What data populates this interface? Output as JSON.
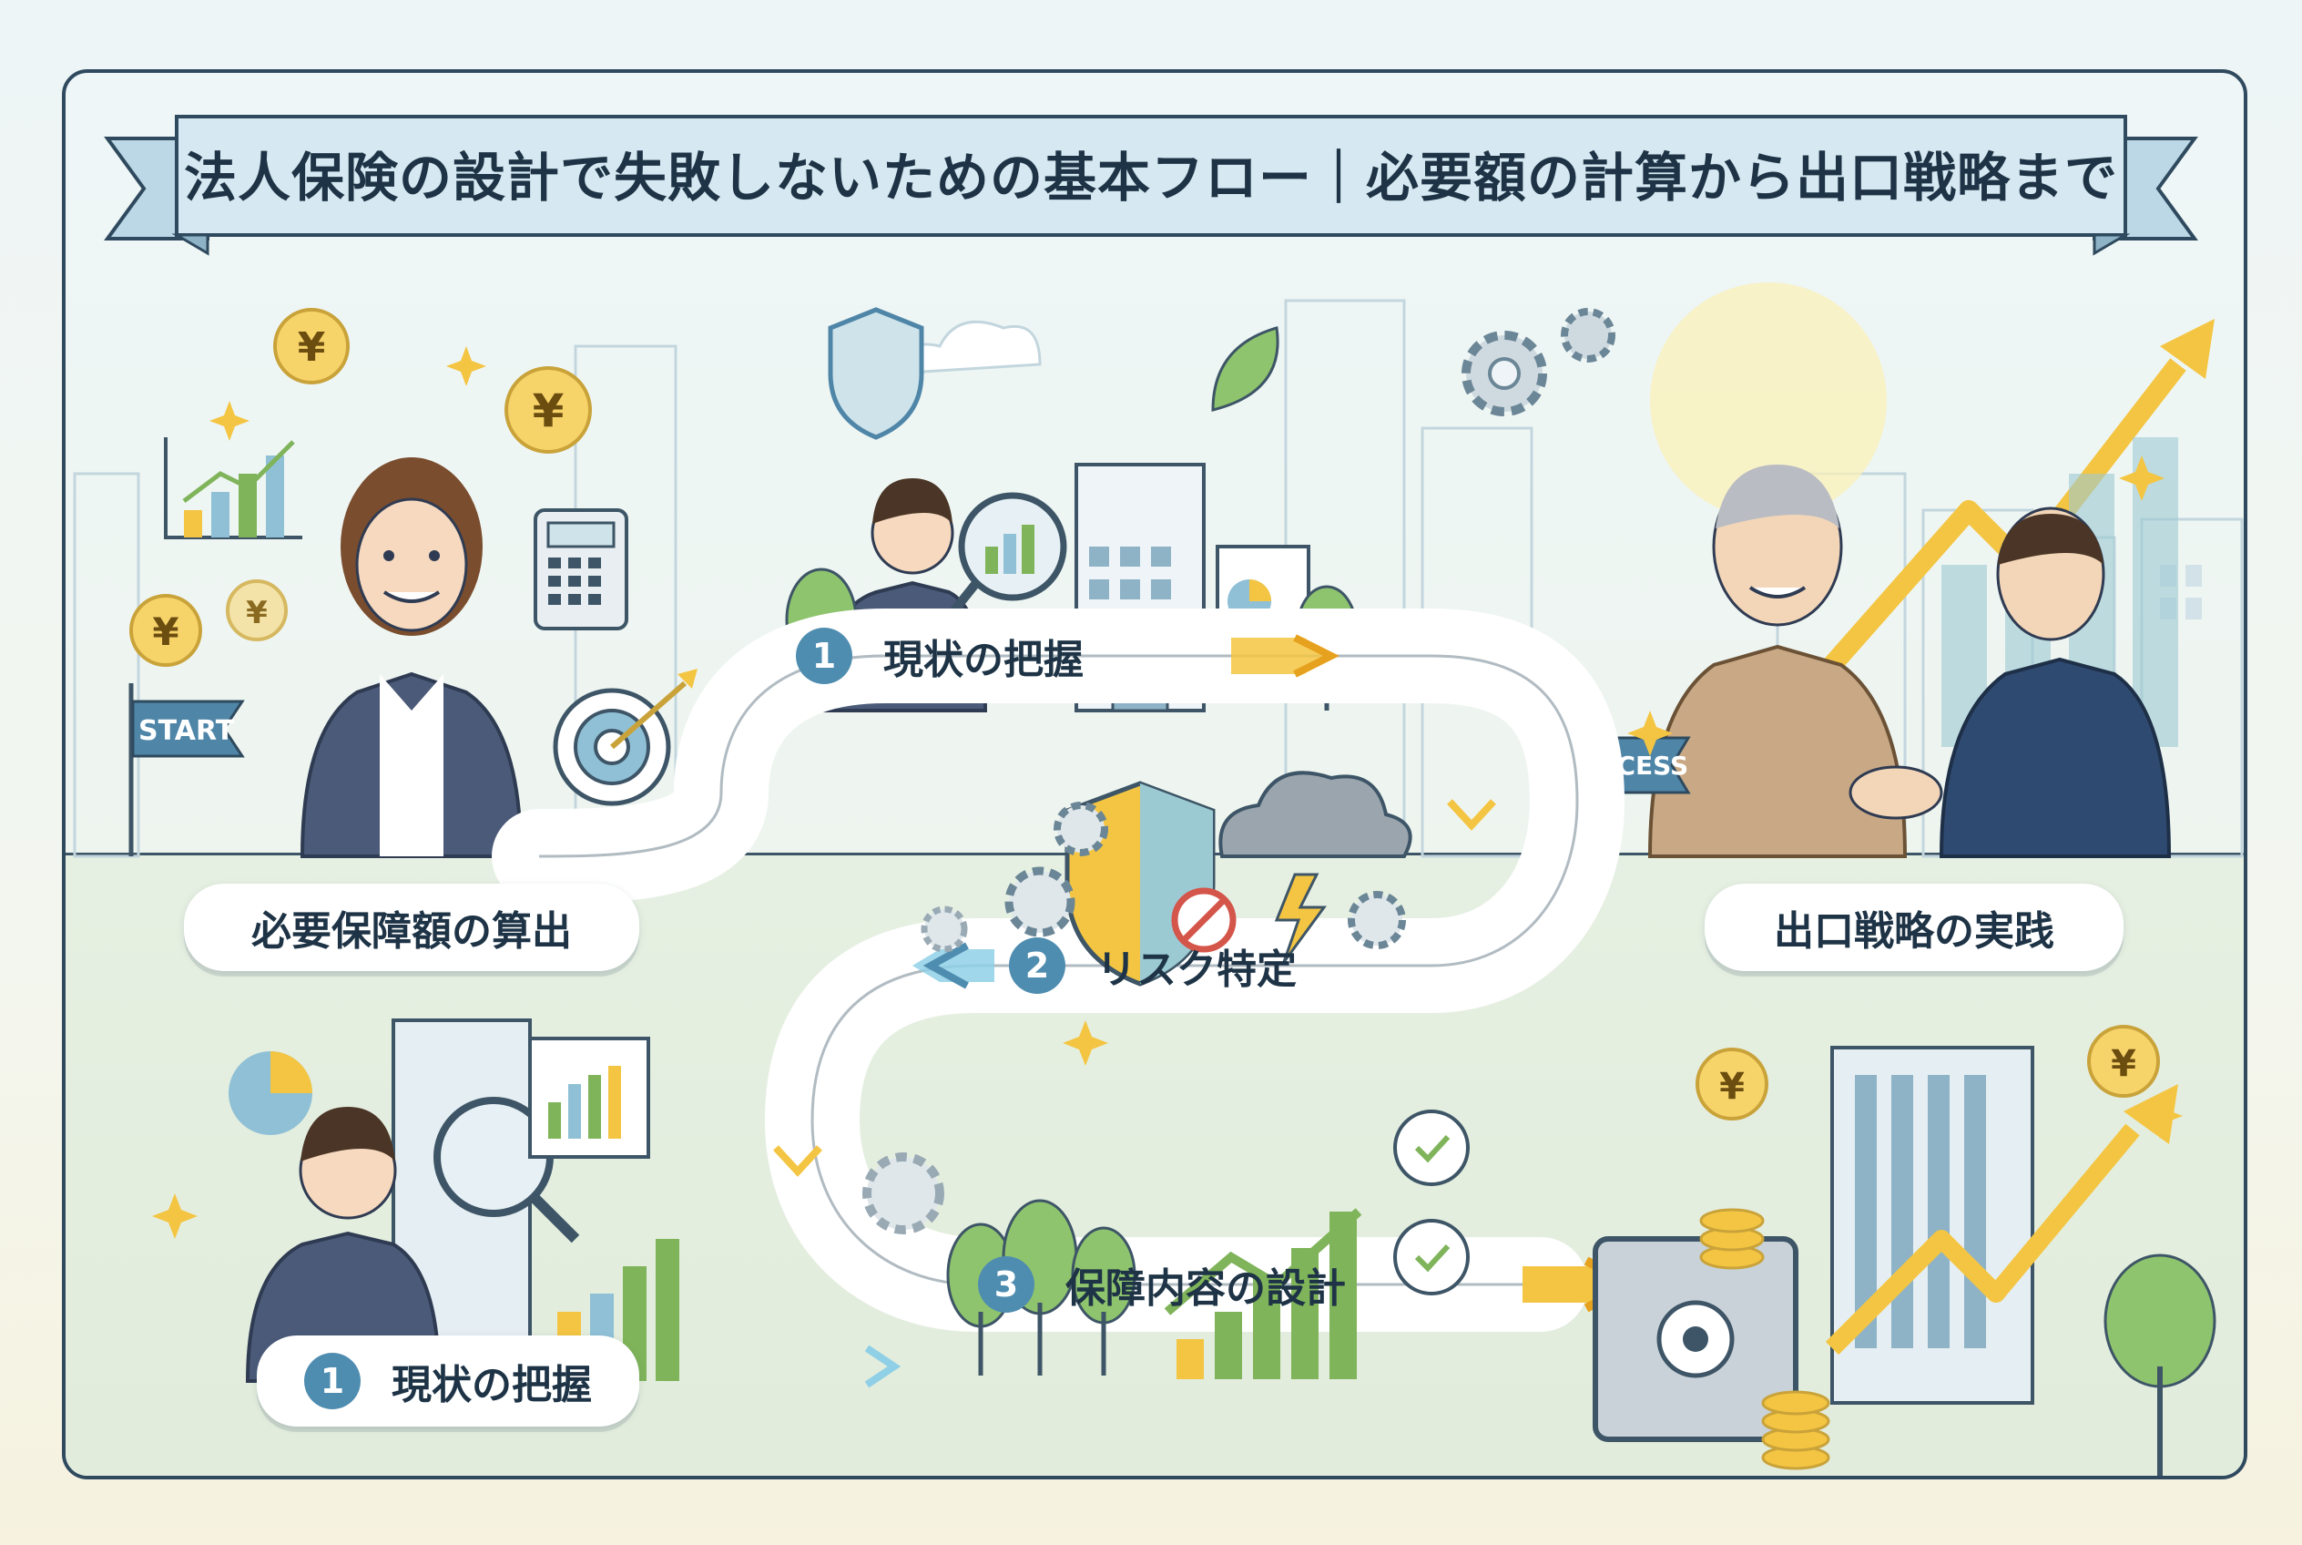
{
  "title": "法人保険の設計で失敗しないための基本フロー｜必要額の計算から出口戦略まで",
  "flags": {
    "start": "START",
    "success": "SUCCESS"
  },
  "cards": {
    "left_top": "必要保障額の算出",
    "right_top": "出口戦略の実践",
    "left_bottom": {
      "number": "1",
      "label": "現状の把握"
    }
  },
  "steps": [
    {
      "number": "1",
      "label": "現状の把握"
    },
    {
      "number": "2",
      "label": "リスク特定"
    },
    {
      "number": "3",
      "label": "保障内容の設計"
    }
  ],
  "currency_symbol": "¥",
  "colors": {
    "frame": "#2f4a5e",
    "accent_blue": "#4f8db0",
    "arrow_yellow": "#f4c542",
    "path_fill": "#ffffff",
    "green": "#7fb45a"
  },
  "icons": [
    "yen-coin-icon",
    "bar-chart-icon",
    "calculator-icon",
    "target-icon",
    "shield-icon",
    "gear-icon",
    "magnifier-icon",
    "cloud-icon",
    "lightning-icon",
    "safe-icon",
    "handshake-icon",
    "tree-icon",
    "leaf-icon",
    "sparkle-icon",
    "checkmark-icon"
  ]
}
